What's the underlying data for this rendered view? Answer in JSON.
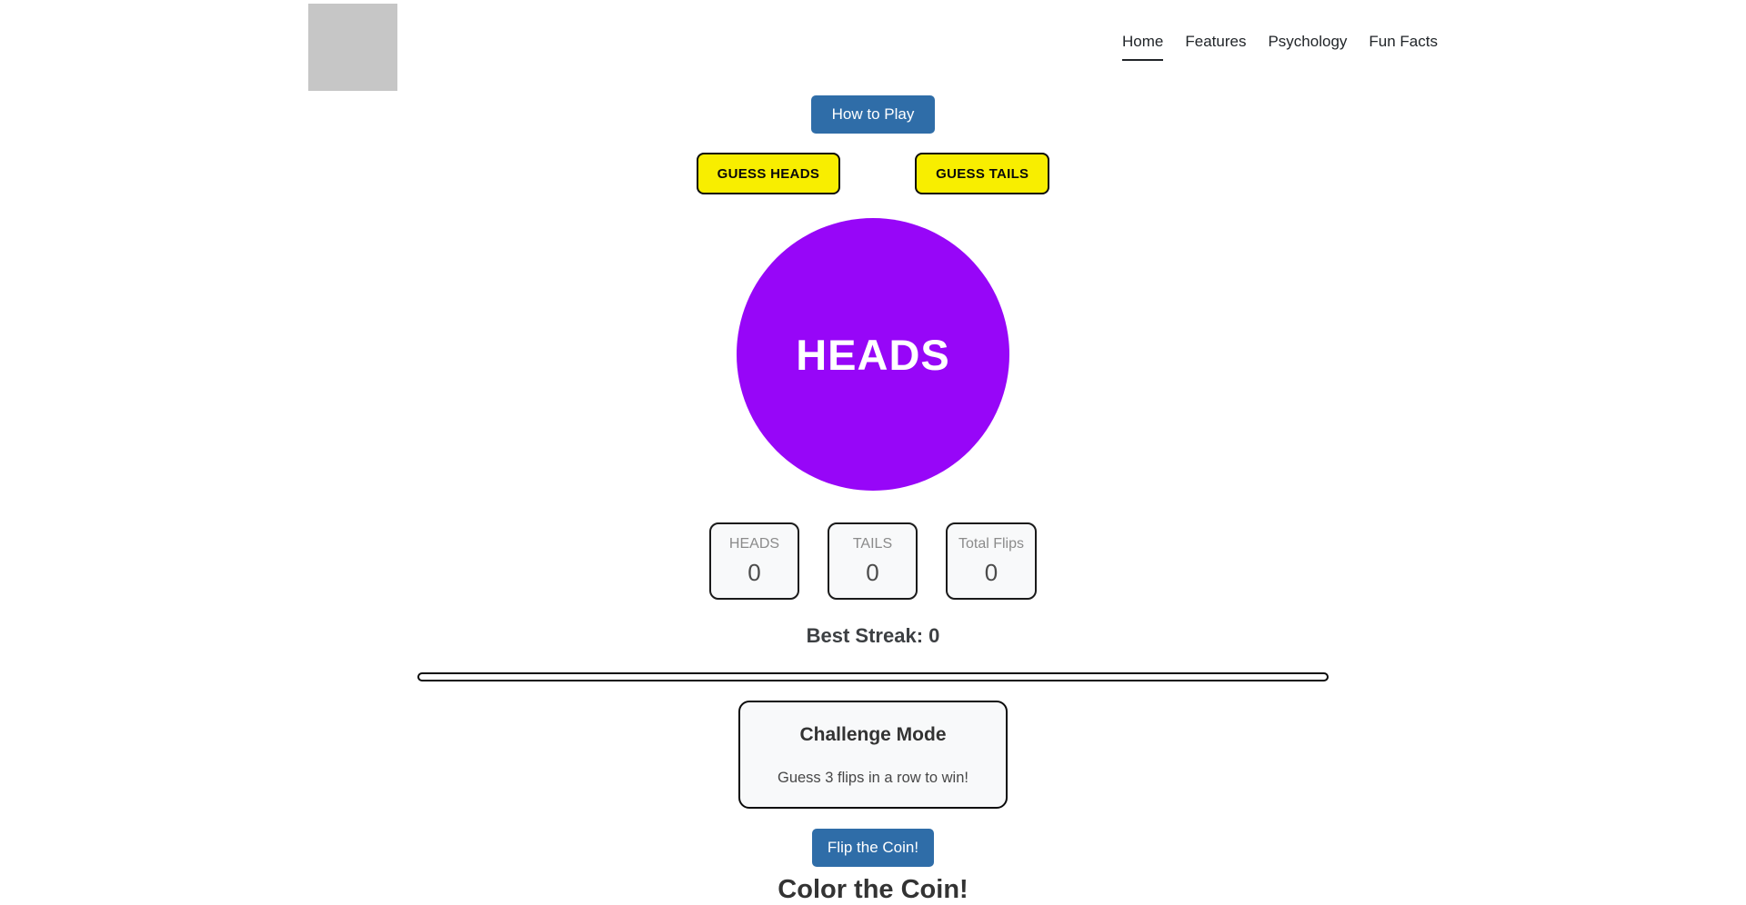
{
  "header": {
    "nav": {
      "items": [
        {
          "label": "Home",
          "active": true
        },
        {
          "label": "Features",
          "active": false
        },
        {
          "label": "Psychology",
          "active": false
        },
        {
          "label": "Fun Facts",
          "active": false
        }
      ]
    }
  },
  "buttons": {
    "how_to_play": "How to Play",
    "guess_heads": "GUESS HEADS",
    "guess_tails": "GUESS TAILS",
    "flip_coin": "Flip the Coin!"
  },
  "coin": {
    "face": "HEADS"
  },
  "stats": [
    {
      "label": "HEADS",
      "value": "0"
    },
    {
      "label": "TAILS",
      "value": "0"
    },
    {
      "label": "Total Flips",
      "value": "0"
    }
  ],
  "best_streak": "Best Streak: 0",
  "streak_progress": {
    "percent": 0
  },
  "challenge": {
    "title": "Challenge Mode",
    "description": "Guess 3 flips in a row to win!"
  },
  "color_section": {
    "heading": "Color the Coin!"
  },
  "colors": {
    "accent_blue": "#2f6da8",
    "guess_yellow": "#f8ee00",
    "coin_purple": "#9706f8",
    "panel_bg": "#f8f9fa",
    "logo_gray": "#c6c6c6"
  }
}
